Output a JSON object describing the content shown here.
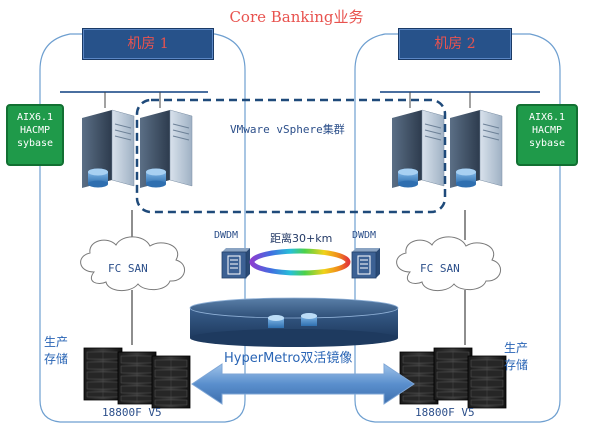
{
  "title": "Core Banking业务",
  "rooms": [
    {
      "label": "机房 1"
    },
    {
      "label": "机房 2"
    }
  ],
  "systems": [
    {
      "lines": [
        "AIX6.1",
        "HACMP",
        "sybase"
      ]
    },
    {
      "lines": [
        "AIX6.1",
        "HACMP",
        "sybase"
      ]
    }
  ],
  "cluster_label": "VMware vSphere集群",
  "dwdm_label": "DWDM",
  "distance_label": "距离30+km",
  "san_label": "FC SAN",
  "storage_role": [
    "生产",
    "存储"
  ],
  "storage_model": "18800F V5",
  "hypermetro_label": "HyperMetro双活镜像",
  "colors": {
    "title": "#e8534f",
    "room_fill": "#27528a",
    "system_fill": "#1f9a4a",
    "region_border": "#6e9fd0",
    "cluster_border": "#1f4a7a",
    "accent_text": "#2a65b5"
  }
}
